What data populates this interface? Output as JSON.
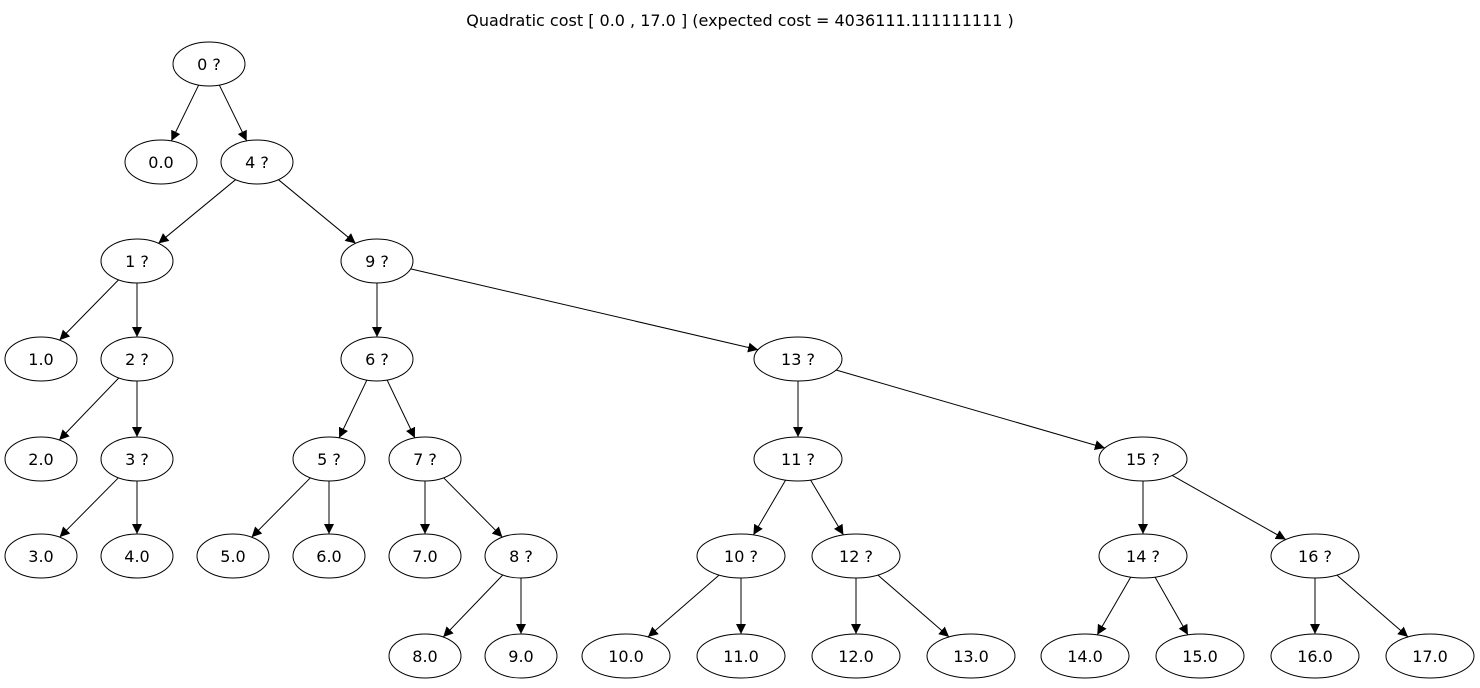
{
  "title": "Quadratic cost [ 0.0 , 17.0 ] (expected cost = 4036111.111111111 )",
  "nodes": [
    {
      "id": "q0",
      "label": "0 ?"
    },
    {
      "id": "l0",
      "label": "0.0"
    },
    {
      "id": "q4",
      "label": "4 ?"
    },
    {
      "id": "q1",
      "label": "1 ?"
    },
    {
      "id": "q9",
      "label": "9 ?"
    },
    {
      "id": "l1",
      "label": "1.0"
    },
    {
      "id": "q2",
      "label": "2 ?"
    },
    {
      "id": "q6",
      "label": "6 ?"
    },
    {
      "id": "q13",
      "label": "13 ?"
    },
    {
      "id": "l2",
      "label": "2.0"
    },
    {
      "id": "q3",
      "label": "3 ?"
    },
    {
      "id": "q5",
      "label": "5 ?"
    },
    {
      "id": "q7",
      "label": "7 ?"
    },
    {
      "id": "q11",
      "label": "11 ?"
    },
    {
      "id": "q15",
      "label": "15 ?"
    },
    {
      "id": "l3",
      "label": "3.0"
    },
    {
      "id": "l4",
      "label": "4.0"
    },
    {
      "id": "l5",
      "label": "5.0"
    },
    {
      "id": "l6",
      "label": "6.0"
    },
    {
      "id": "l7",
      "label": "7.0"
    },
    {
      "id": "q8",
      "label": "8 ?"
    },
    {
      "id": "q10",
      "label": "10 ?"
    },
    {
      "id": "q12",
      "label": "12 ?"
    },
    {
      "id": "q14",
      "label": "14 ?"
    },
    {
      "id": "q16",
      "label": "16 ?"
    },
    {
      "id": "l8",
      "label": "8.0"
    },
    {
      "id": "l9",
      "label": "9.0"
    },
    {
      "id": "l10",
      "label": "10.0"
    },
    {
      "id": "l11",
      "label": "11.0"
    },
    {
      "id": "l12",
      "label": "12.0"
    },
    {
      "id": "l13",
      "label": "13.0"
    },
    {
      "id": "l14",
      "label": "14.0"
    },
    {
      "id": "l15",
      "label": "15.0"
    },
    {
      "id": "l16",
      "label": "16.0"
    },
    {
      "id": "l17",
      "label": "17.0"
    }
  ],
  "edges": [
    [
      "q0",
      "l0"
    ],
    [
      "q0",
      "q4"
    ],
    [
      "q4",
      "q1"
    ],
    [
      "q4",
      "q9"
    ],
    [
      "q1",
      "l1"
    ],
    [
      "q1",
      "q2"
    ],
    [
      "q9",
      "q6"
    ],
    [
      "q9",
      "q13"
    ],
    [
      "q2",
      "l2"
    ],
    [
      "q2",
      "q3"
    ],
    [
      "q3",
      "l3"
    ],
    [
      "q3",
      "l4"
    ],
    [
      "q6",
      "q5"
    ],
    [
      "q6",
      "q7"
    ],
    [
      "q5",
      "l5"
    ],
    [
      "q5",
      "l6"
    ],
    [
      "q7",
      "l7"
    ],
    [
      "q7",
      "q8"
    ],
    [
      "q8",
      "l8"
    ],
    [
      "q8",
      "l9"
    ],
    [
      "q13",
      "q11"
    ],
    [
      "q13",
      "q15"
    ],
    [
      "q11",
      "q10"
    ],
    [
      "q11",
      "q12"
    ],
    [
      "q10",
      "l10"
    ],
    [
      "q10",
      "l11"
    ],
    [
      "q12",
      "l12"
    ],
    [
      "q12",
      "l13"
    ],
    [
      "q15",
      "q14"
    ],
    [
      "q15",
      "q16"
    ],
    [
      "q14",
      "l14"
    ],
    [
      "q14",
      "l15"
    ],
    [
      "q16",
      "l16"
    ],
    [
      "q16",
      "l17"
    ]
  ]
}
